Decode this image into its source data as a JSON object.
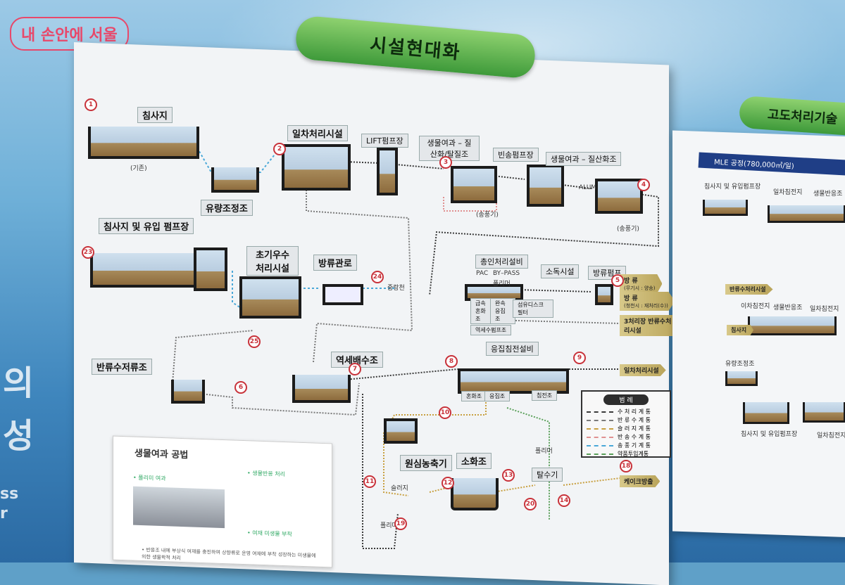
{
  "brand": "내 손안에 서울",
  "main_title": "시설현대화",
  "second_title": "고도처리기술",
  "second_subtitle": "MLE 공정(780,000㎥/일)",
  "stages": {
    "s1": "침사지",
    "s1_note": "(기존)",
    "s_flow": "유량조정조",
    "s2": "일차처리시설",
    "s_lift": "LIFT펌프장",
    "s3": "생물여과 – 질산화/탈질조",
    "s_send": "빈송펌프장",
    "s4": "생물여과 – 질산화조",
    "s_pump_in": "침사지 및 유입 펌프장",
    "s_first_rain": "초기우수 처리시설",
    "s_bypass": "방류관로",
    "s_jungrang": "중랑천",
    "s_phos": "총인처리설비",
    "s_disinfect": "소독시설",
    "s_outpump": "방류펌프",
    "s_return_store": "반류수저류조",
    "s_backwash": "역세배수조",
    "s_coag": "응집침전설비",
    "s_thicken": "원심농축기",
    "s_digest": "소화조",
    "s_dewater": "탈수기",
    "sludge": "슬러지",
    "polymer1": "폴리머",
    "polymer2": "폴리머",
    "alum": "ALUM",
    "blower1": "(송풍기)",
    "blower2": "(송풍기)",
    "pac": "PAC",
    "bypass_lbl": "BY–PASS",
    "polymer3": "폴리머",
    "fast_mix": "급속 혼화조",
    "slow_mix": "완속 응집조",
    "disc_filter": "섬유디스크 필터",
    "backwash_tank": "역세수펌프조",
    "mix": "혼화조",
    "coag_tank": "응집조",
    "settle": "침전조"
  },
  "tags": {
    "out1": "방 류",
    "out1_sub": "(무기시 : 양송)",
    "out2": "방 류",
    "out2_sub": "(청천시 : 재처리(수))",
    "third": "3처리장 반류수처리시설",
    "primary": "일차처리시설",
    "cake": "케이크방출"
  },
  "numbers": [
    "1",
    "2",
    "3",
    "4",
    "5",
    "6",
    "7",
    "8",
    "9",
    "10",
    "11",
    "12",
    "13",
    "14",
    "18",
    "19",
    "20",
    "23",
    "24",
    "25"
  ],
  "legend": {
    "title": "범 례",
    "items": [
      {
        "label": "수 처 리 계 통",
        "color": "#3a3a3a"
      },
      {
        "label": "반 류 수 계 통",
        "color": "#7a7a7a"
      },
      {
        "label": "슬 러 지 계 통",
        "color": "#c8a040"
      },
      {
        "label": "반 송 수 계 통",
        "color": "#e09090"
      },
      {
        "label": "송 풍 기 계 통",
        "color": "#4aa8d8"
      },
      {
        "label": "약품투입계통",
        "color": "#5aa05a"
      }
    ]
  },
  "card": {
    "caption": "생물여과 공법",
    "sub1": "• 폴리미 여과",
    "sub2": "• 생물반응 처리",
    "sub3": "• 여재 미생물 부착",
    "note": "• 반응조 내에 부상식 여재를 충진하여 상향류로 운영 여재에 부착 성장하는 미생물에 의한 생물학적 처리"
  },
  "board2_labels": {
    "b1": "침사지 및 유입펌프장",
    "b2": "일차침전지",
    "b3": "생물반응조",
    "b4": "반류수처리시설",
    "b5": "이차침전지",
    "b6": "생물반응조",
    "b7": "일차침전지",
    "b8": "침사지",
    "b9": "유량조정조",
    "b10": "침사지 및 유입펌프장",
    "b11": "일차침전지"
  }
}
